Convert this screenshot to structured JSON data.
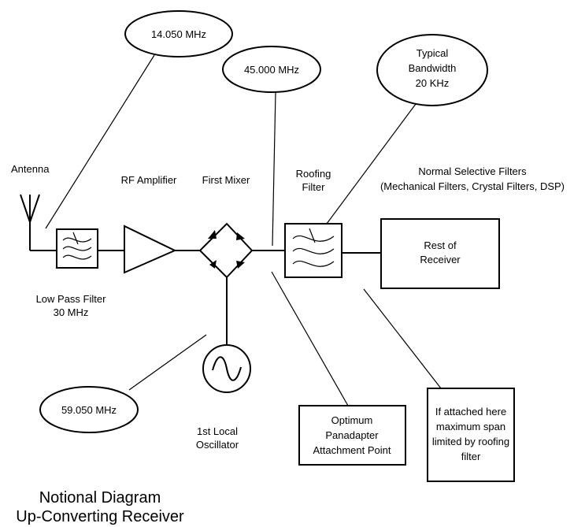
{
  "callouts": {
    "lpf_freq": "14.050 MHz",
    "if_freq": "45.000 MHz",
    "bandwidth": [
      "Typical",
      "Bandwidth",
      "20 KHz"
    ],
    "lo_freq": "59.050 MHz"
  },
  "labels": {
    "antenna": "Antenna",
    "rf_amplifier": "RF Amplifier",
    "first_mixer": "First Mixer",
    "roofing_filter": [
      "Roofing",
      "Filter"
    ],
    "normal_filters": [
      "Normal Selective Filters",
      "(Mechanical Filters, Crystal Filters, DSP)"
    ],
    "low_pass_filter": [
      "Low Pass Filter",
      "30 MHz"
    ],
    "local_oscillator": [
      "1st Local",
      "Oscillator"
    ]
  },
  "boxes": {
    "rest_of_receiver": [
      "Rest of",
      "Receiver"
    ],
    "panadapter": [
      "Optimum",
      "Panadapter",
      "Attachment Point"
    ],
    "span_note": [
      "If attached here",
      "maximum span",
      "limited by roofing",
      "filter"
    ]
  },
  "title": [
    "Notional Diagram",
    "Up-Converting Receiver"
  ]
}
